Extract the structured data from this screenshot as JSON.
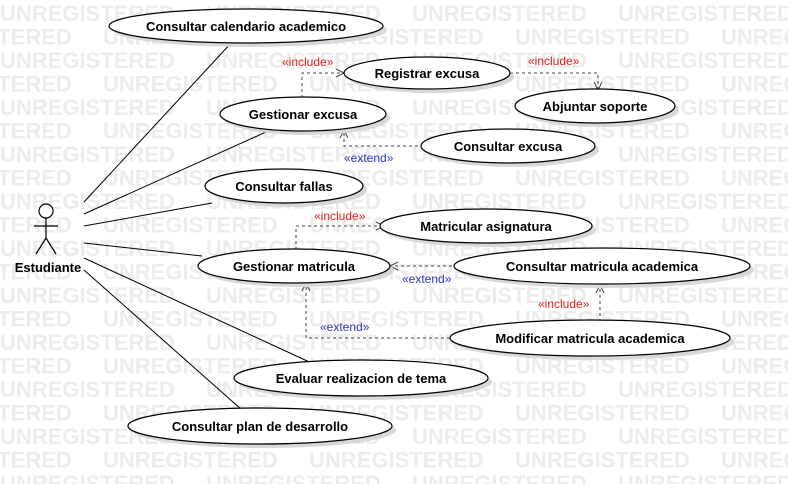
{
  "watermark": "UNREGISTERED",
  "actor": {
    "name": "Estudiante"
  },
  "use_cases": {
    "consultar_calendario": "Consultar calendario academico",
    "registrar_excusa": "Registrar excusa",
    "gestionar_excusa": "Gestionar excusa",
    "adjuntar_soporte": "Abjuntar soporte",
    "consultar_excusa": "Consultar excusa",
    "consultar_fallas": "Consultar fallas",
    "matricular_asignatura": "Matricular asignatura",
    "gestionar_matricula": "Gestionar matricula",
    "consultar_matricula": "Consultar matricula academica",
    "modificar_matricula": "Modificar matricula academica",
    "evaluar_tema": "Evaluar realizacion de tema",
    "consultar_plan": "Consultar plan de desarrollo"
  },
  "stereotypes": {
    "include": "«include»",
    "extend": "«extend»"
  },
  "colors": {
    "include": "#e02020",
    "extend": "#3333bb",
    "watermark": "#ececec"
  }
}
